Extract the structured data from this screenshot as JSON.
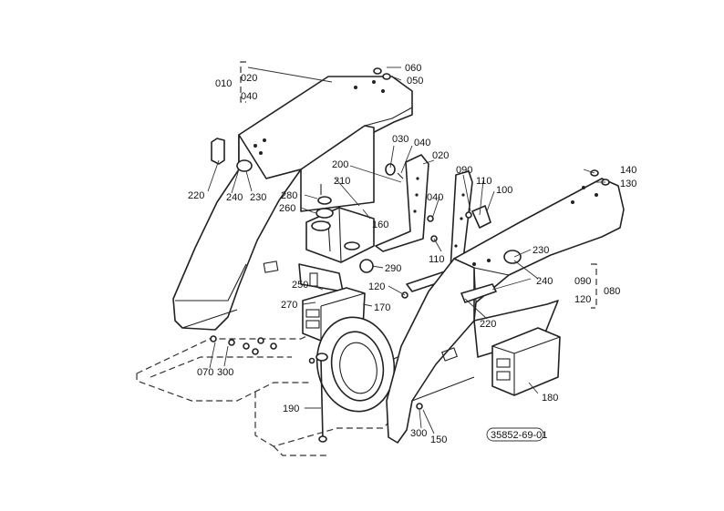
{
  "drawing_code": "35852-69-01",
  "labels": [
    {
      "id": "l010",
      "text": "010"
    },
    {
      "id": "l020a",
      "text": "020"
    },
    {
      "id": "l040a",
      "text": "040"
    },
    {
      "id": "l060",
      "text": "060"
    },
    {
      "id": "l050",
      "text": "050"
    },
    {
      "id": "l030",
      "text": "030"
    },
    {
      "id": "l040b",
      "text": "040"
    },
    {
      "id": "l020b",
      "text": "020"
    },
    {
      "id": "l200",
      "text": "200"
    },
    {
      "id": "l210",
      "text": "210"
    },
    {
      "id": "l280",
      "text": "280"
    },
    {
      "id": "l260",
      "text": "260"
    },
    {
      "id": "l160",
      "text": "160"
    },
    {
      "id": "l220a",
      "text": "220"
    },
    {
      "id": "l240a",
      "text": "240"
    },
    {
      "id": "l230a",
      "text": "230"
    },
    {
      "id": "l090a",
      "text": "090"
    },
    {
      "id": "l110a",
      "text": "110"
    },
    {
      "id": "l100",
      "text": "100"
    },
    {
      "id": "l040c",
      "text": "040"
    },
    {
      "id": "l110b",
      "text": "110"
    },
    {
      "id": "l290",
      "text": "290"
    },
    {
      "id": "l250",
      "text": "250"
    },
    {
      "id": "l120a",
      "text": "120"
    },
    {
      "id": "l270",
      "text": "270"
    },
    {
      "id": "l170",
      "text": "170"
    },
    {
      "id": "l140",
      "text": "140"
    },
    {
      "id": "l130",
      "text": "130"
    },
    {
      "id": "l230b",
      "text": "230"
    },
    {
      "id": "l240b",
      "text": "240"
    },
    {
      "id": "l090b",
      "text": "090"
    },
    {
      "id": "l120b",
      "text": "120"
    },
    {
      "id": "l080",
      "text": "080"
    },
    {
      "id": "l220b",
      "text": "220"
    },
    {
      "id": "l070",
      "text": "070"
    },
    {
      "id": "l300a",
      "text": "300"
    },
    {
      "id": "l190",
      "text": "190"
    },
    {
      "id": "l180",
      "text": "180"
    },
    {
      "id": "l300b",
      "text": "300"
    },
    {
      "id": "l150",
      "text": "150"
    }
  ]
}
